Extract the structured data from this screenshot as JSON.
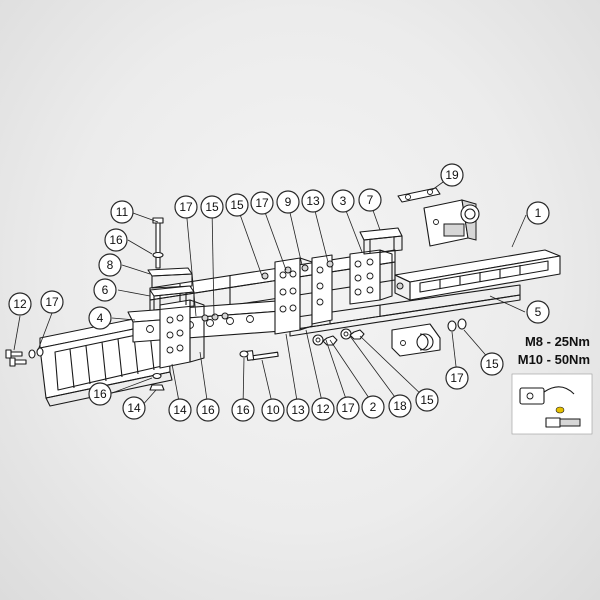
{
  "torque_specs": [
    {
      "text": "M8 - 25Nm"
    },
    {
      "text": "M10 - 50Nm"
    }
  ],
  "callouts": [
    {
      "label": "11"
    },
    {
      "label": "16"
    },
    {
      "label": "8"
    },
    {
      "label": "6"
    },
    {
      "label": "4"
    },
    {
      "label": "12"
    },
    {
      "label": "17"
    },
    {
      "label": "16"
    },
    {
      "label": "14"
    },
    {
      "label": "17"
    },
    {
      "label": "15"
    },
    {
      "label": "15"
    },
    {
      "label": "17"
    },
    {
      "label": "9"
    },
    {
      "label": "13"
    },
    {
      "label": "3"
    },
    {
      "label": "7"
    },
    {
      "label": "19"
    },
    {
      "label": "1"
    },
    {
      "label": "5"
    },
    {
      "label": "14"
    },
    {
      "label": "16"
    },
    {
      "label": "16"
    },
    {
      "label": "10"
    },
    {
      "label": "13"
    },
    {
      "label": "12"
    },
    {
      "label": "17"
    },
    {
      "label": "2"
    },
    {
      "label": "18"
    },
    {
      "label": "15"
    },
    {
      "label": "17"
    },
    {
      "label": "15"
    }
  ]
}
